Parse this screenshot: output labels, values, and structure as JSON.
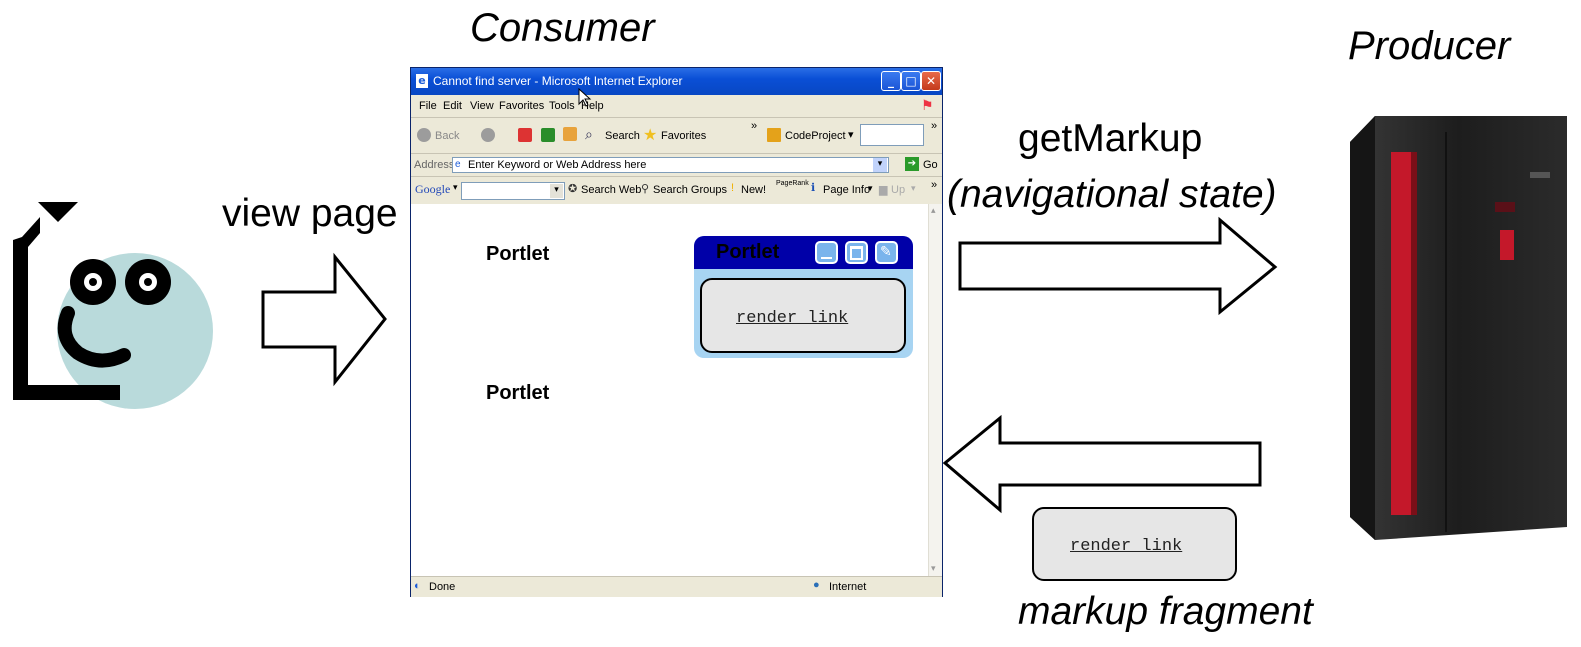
{
  "consumer_label": "Consumer",
  "producer_label": "Producer",
  "view_page_label": "view page",
  "get_markup_label": "getMarkup",
  "nav_state_label": "(navigational state)",
  "markup_fragment_label": "markup fragment",
  "render_link_label": "render link",
  "browser": {
    "title": "Cannot find server - Microsoft Internet Explorer",
    "menu": [
      "File",
      "Edit",
      "View",
      "Favorites",
      "Tools",
      "Help"
    ],
    "toolbar": {
      "back": "Back",
      "search": "Search",
      "favorites": "Favorites",
      "codeproject": "CodeProject"
    },
    "address": {
      "label": "Address",
      "value": "Enter Keyword or Web Address here",
      "go": "Go"
    },
    "google_bar": {
      "logo": "Google",
      "search_web": "Search Web",
      "search_groups": "Search Groups",
      "new": "New!",
      "pagerank": "PageRank",
      "page_info": "Page Info",
      "up": "Up"
    },
    "status": {
      "left": "Done",
      "zone": "Internet"
    }
  },
  "portlets": {
    "first_title": "Portlet",
    "second_title": "Portlet",
    "window_title": "Portlet"
  },
  "colors": {
    "titlebar": "#0a4fd6",
    "portlet_bar": "#0000a8",
    "portlet_body": "#a7d4f2",
    "server_red": "#c4182a",
    "person_circle": "#b9dadb"
  }
}
